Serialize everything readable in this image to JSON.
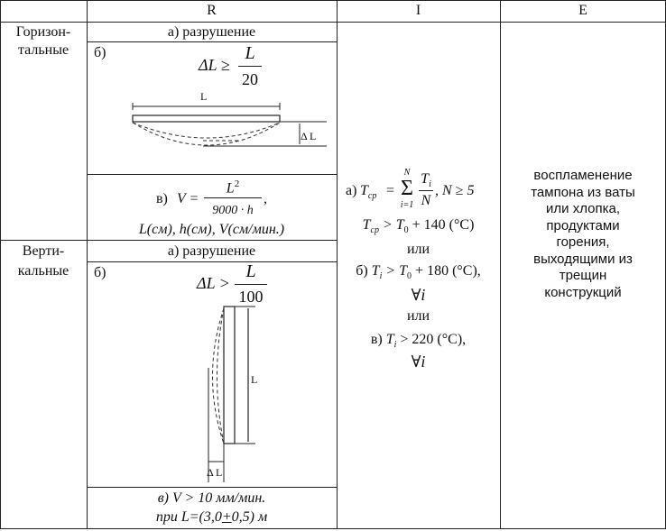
{
  "headers": {
    "r": "R",
    "i": "I",
    "e": "E"
  },
  "horizontal": {
    "name_line1": "Горизон-",
    "name_line2": "тальные",
    "a": "а) разрушение",
    "b_label": "б)",
    "b_formula_lhs": "ΔL ≥",
    "b_formula_num": "L",
    "b_formula_den": "20",
    "diagram_L": "L",
    "diagram_dL": "Δ L",
    "v_prefix": "в)",
    "v_lhs": "V =",
    "v_num": "L",
    "v_num_exp": "2",
    "v_den": "9000 · h",
    "v_comma": ",",
    "v_units": "L(см), h(см), V(см/мин.)"
  },
  "vertical": {
    "name_line1": "Верти-",
    "name_line2": "кальные",
    "a": "а) разрушение",
    "b_label": "б)",
    "b_formula_lhs": "ΔL >",
    "b_formula_num": "L",
    "b_formula_den": "100",
    "diagram_L": "L",
    "diagram_dL": "Δ L",
    "v_line1": "в) V > 10 мм/мин.",
    "v_line2_pre": "при L=(3,0",
    "v_line2_pm": "+",
    "v_line2_post": "0,5) м"
  },
  "criteria_i": {
    "a_prefix": "а)",
    "a_lhs": "T",
    "a_lhs_sub": "ср",
    "a_eq": "=",
    "a_sum_top": "N",
    "a_sum": "Σ",
    "a_sum_bottom": "i=1",
    "a_frac_num": "T",
    "a_frac_num_sub": "i",
    "a_frac_den": "N",
    "a_cond": ", N ≥ 5",
    "a2_lhs": "T",
    "a2_lhs_sub": "ср",
    "a2_rhs": "> T",
    "a2_rhs_sub": "0",
    "a2_tail": "+ 140 (°C)",
    "or1": "или",
    "b_prefix": "б)",
    "b_lhs": "T",
    "b_lhs_sub": "i",
    "b_rhs": "> T",
    "b_rhs_sub": "0",
    "b_tail": "+ 180 (°C),",
    "b_forall": "∀i",
    "or2": "или",
    "c_prefix": "в)",
    "c_lhs": "T",
    "c_lhs_sub": "i",
    "c_tail": "> 220 (°C),",
    "c_forall": "∀i"
  },
  "criteria_e": [
    "воспламенение",
    "тампона из ваты",
    "или хлопка,",
    "продуктами",
    "горения,",
    "выходящими из",
    "трещин",
    "конструкций"
  ]
}
